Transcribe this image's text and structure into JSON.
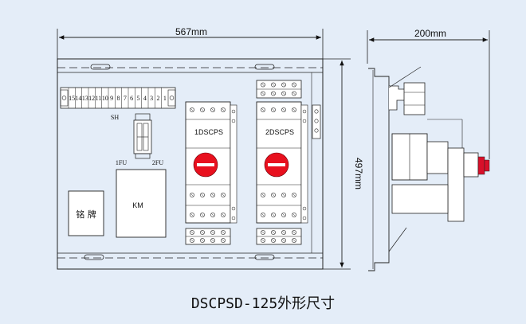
{
  "dimensions": {
    "width_front": "567mm",
    "width_side": "200mm",
    "height": "497mm"
  },
  "terminal_strip": {
    "numbers": [
      "15",
      "14",
      "13",
      "12",
      "11",
      "10",
      "9",
      "8",
      "7",
      "6",
      "5",
      "4",
      "3",
      "2",
      "1"
    ],
    "label": "SH"
  },
  "fuses": {
    "left_label": "1FU",
    "right_label": "2FU"
  },
  "contactor": {
    "label": "KM"
  },
  "nameplate": {
    "label": "铭 牌"
  },
  "switch_1": {
    "label": "1DSCPS"
  },
  "switch_2": {
    "label": "2DSCPS"
  },
  "caption": "DSCPSD-125外形尺寸",
  "colors": {
    "background": "#e4edf8",
    "knob_red": "#e8101e",
    "side_knob_red": "#d8102a",
    "line": "#222222"
  }
}
